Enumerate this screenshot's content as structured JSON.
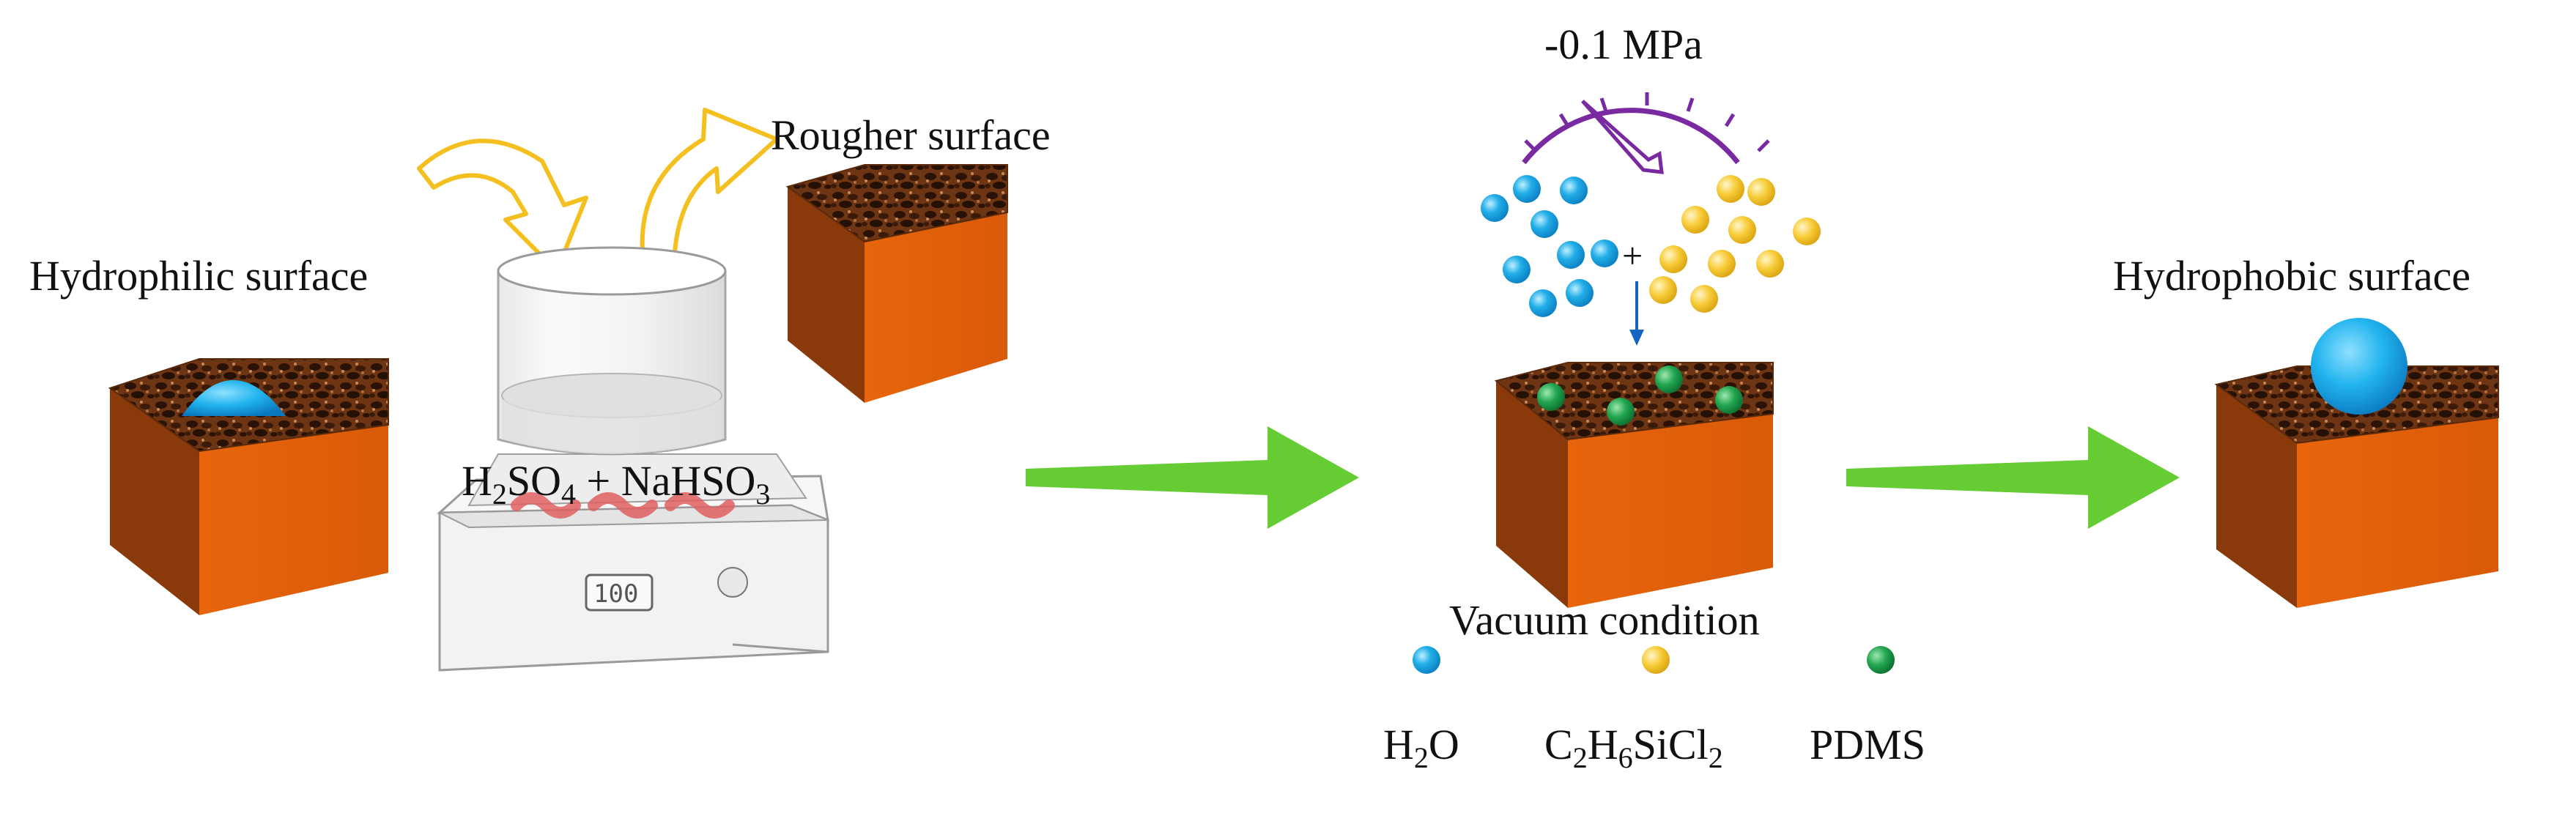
{
  "labels": {
    "hydrophilic": "Hydrophilic surface",
    "rougher": "Rougher surface",
    "pressure": "-0.1 MPa",
    "vacuum": "Vacuum condition",
    "hydrophobic": "Hydrophobic surface",
    "plus": "+",
    "display": "100"
  },
  "reagent": {
    "part1": "H",
    "sub1": "2",
    "part2": "SO",
    "sub2": "4",
    "part3": " + NaHSO",
    "sub3": "3"
  },
  "legend": {
    "water": {
      "part1": "H",
      "sub1": "2",
      "part2": "O"
    },
    "silane": {
      "part1": "C",
      "sub1": "2",
      "part2": "H",
      "sub2": "6",
      "part3": "SiCl",
      "sub3": "2"
    },
    "pdms": "PDMS"
  },
  "colors": {
    "water": "#1aa7e6",
    "silane": "#f7c531",
    "pdms": "#1f9e4a",
    "arrow": "#66cc33",
    "cube_front": "#e0600c",
    "cube_side": "#8a3a0a",
    "gauge": "#7a2aa0",
    "curved_arrow": "#f4c020"
  }
}
